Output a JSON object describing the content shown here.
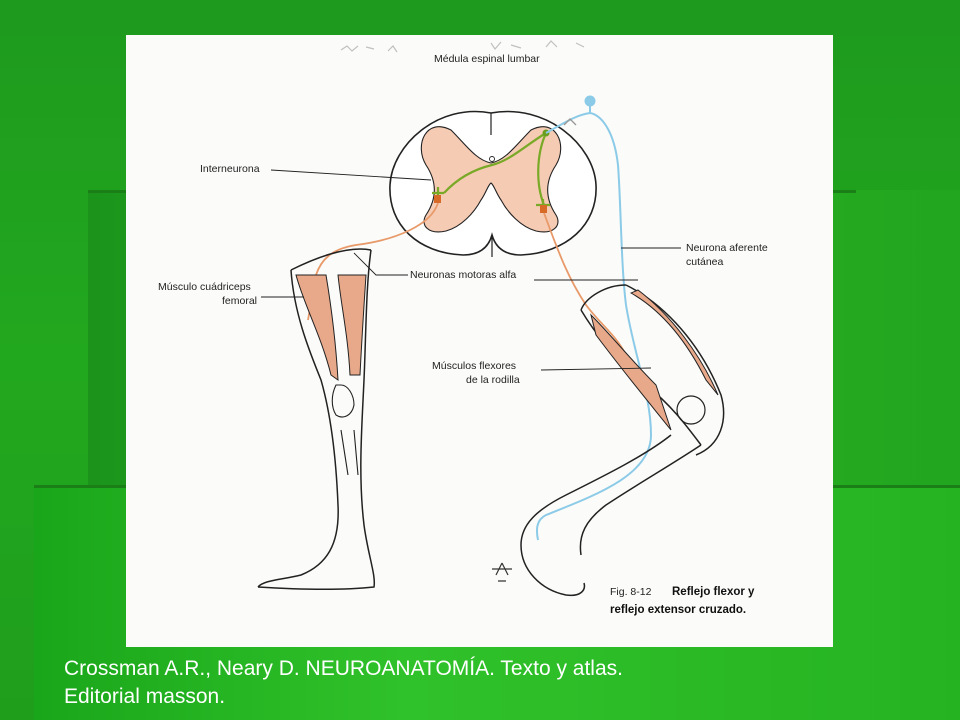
{
  "figure": {
    "labels": {
      "spinal_cord": "Médula espinal lumbar",
      "interneuron": "Interneurona",
      "quadriceps_line1": "Músculo cuádriceps",
      "quadriceps_line2": "femoral",
      "motor_neurons": "Neuronas motoras alfa",
      "afferent_line1": "Neurona aferente",
      "afferent_line2": "cutánea",
      "flexors_line1": "Músculos flexores",
      "flexors_line2": "de la rodilla"
    },
    "fig_number": "Fig. 8-12",
    "fig_title_line1": "Reflejo flexor y",
    "fig_title_line2": "reflejo extensor cruzado."
  },
  "caption": {
    "line1": "Crossman A.R., Neary D. NEUROANATOMÍA. Texto y atlas.",
    "line2": "Editorial masson."
  },
  "colors": {
    "background_green": "#22a81f",
    "muscle": "#e8a88a",
    "gray_matter": "#f6cbb4",
    "afferent": "#8ccbe8",
    "motor": "#e89a6a",
    "interneuron": "#7aa928"
  }
}
